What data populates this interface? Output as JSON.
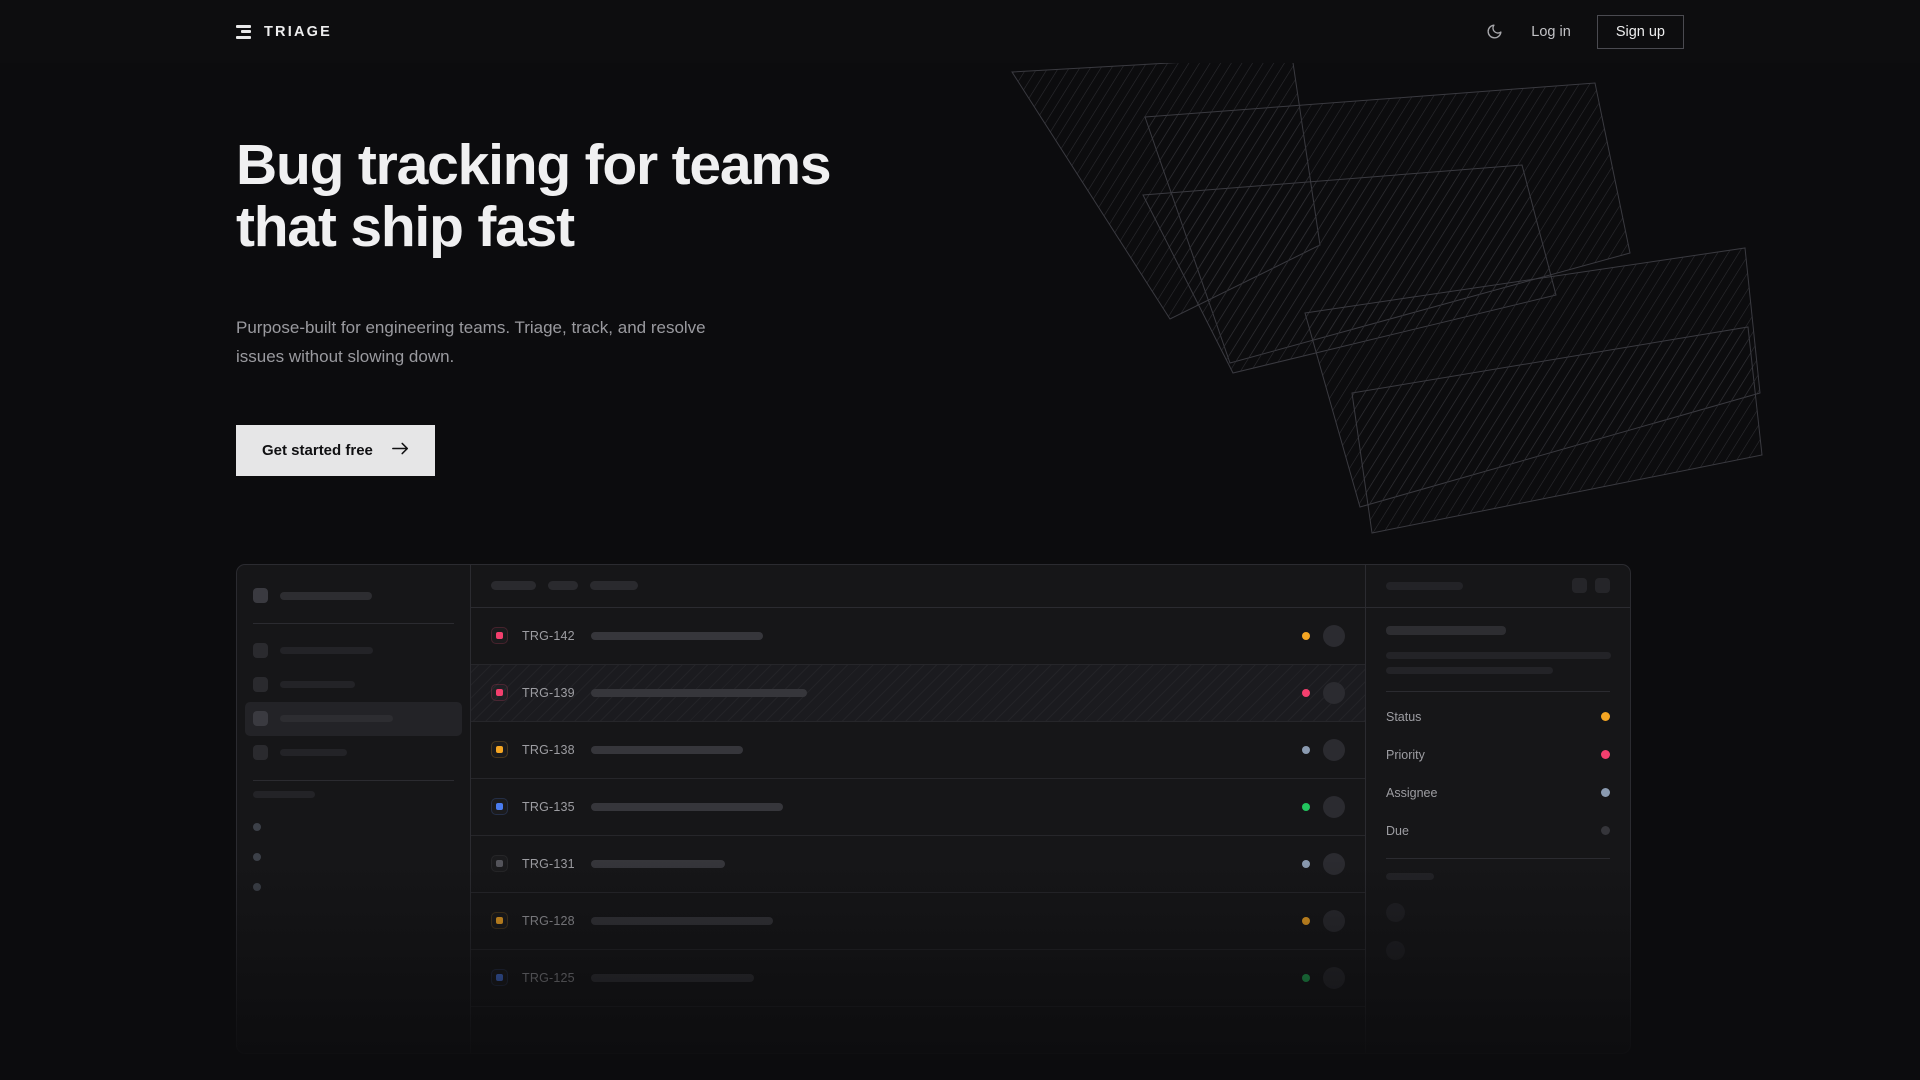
{
  "nav": {
    "brand": "TRIAGE",
    "brand_icon": "triage-bars-icon",
    "theme_toggle_icon": "moon-icon",
    "login_label": "Log in",
    "signup_label": "Sign up"
  },
  "hero": {
    "headline_line1": "Bug tracking for teams",
    "headline_line2": "that ship fast",
    "subhead": "Purpose-built for engineering teams. Triage, track, and resolve issues without slowing down.",
    "cta_label": "Get started free",
    "cta_icon": "arrow-right-icon"
  },
  "colors": {
    "page_bg": "#0c0c0e",
    "nav_bg": "#0d0d0f",
    "panel_bg": "#161618",
    "border": "#2b2b30",
    "text_primary": "#f0f0f1",
    "text_muted": "#9a9a9f",
    "cta_bg": "#e6e6e7",
    "amber": "#f5a623",
    "pink": "#f43f6e",
    "blue": "#4a7cf0",
    "green": "#22c55e",
    "slate": "#8a9ab0",
    "gray": "#55555c"
  },
  "app": {
    "sidebar": {
      "workspace_placeholder_width": 92,
      "nav_items": [
        {
          "width": 93,
          "active": false
        },
        {
          "width": 75,
          "active": false
        },
        {
          "width": 113,
          "active": true
        },
        {
          "width": 67,
          "active": false
        }
      ],
      "section_label_width": 62,
      "project_dots": 3
    },
    "list": {
      "header_chips": [
        45,
        30,
        48
      ],
      "issues": [
        {
          "id": "TRG-142",
          "priority_color": "#f43f6e",
          "title_width": 172,
          "status_color": "#f5a623",
          "selected": false
        },
        {
          "id": "TRG-139",
          "priority_color": "#f43f6e",
          "title_width": 216,
          "status_color": "#f43f6e",
          "selected": true
        },
        {
          "id": "TRG-138",
          "priority_color": "#f5a623",
          "title_width": 152,
          "status_color": "#8a9ab0",
          "selected": false
        },
        {
          "id": "TRG-135",
          "priority_color": "#4a7cf0",
          "title_width": 192,
          "status_color": "#22c55e",
          "selected": false
        },
        {
          "id": "TRG-131",
          "priority_color": "#55555c",
          "title_width": 134,
          "status_color": "#8a9ab0",
          "selected": false
        },
        {
          "id": "TRG-128",
          "priority_color": "#f5a623",
          "title_width": 182,
          "status_color": "#f5a623",
          "selected": false
        },
        {
          "id": "TRG-125",
          "priority_color": "#4a7cf0",
          "title_width": 163,
          "status_color": "#22c55e",
          "selected": false
        }
      ]
    },
    "detail": {
      "header_title_width": 77,
      "header_buttons": 2,
      "body_title_width": 120,
      "body_lines": [
        225,
        167
      ],
      "fields": [
        {
          "label": "Status",
          "value_color": "#f5a623"
        },
        {
          "label": "Priority",
          "value_color": "#f43f6e"
        },
        {
          "label": "Assignee",
          "value_color": "#8a9ab0"
        },
        {
          "label": "Due",
          "value_color": "#35353a"
        }
      ],
      "activity_label_width": 48,
      "activity_avatars": 2
    }
  }
}
